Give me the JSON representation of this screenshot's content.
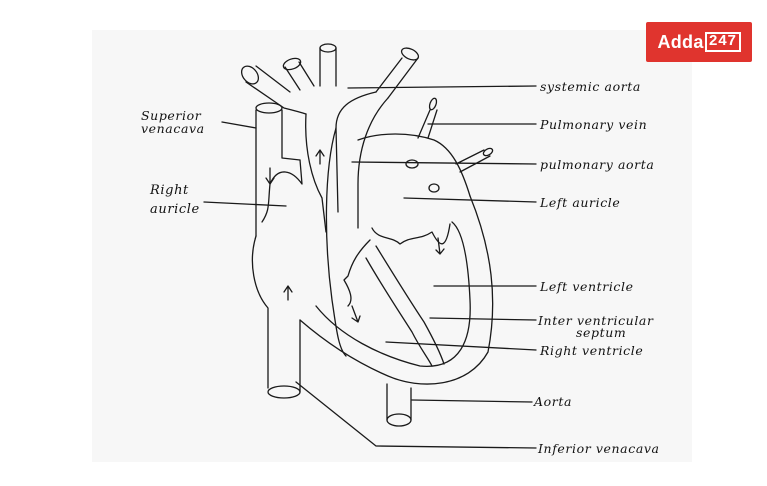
{
  "brand": {
    "name": "Adda",
    "number": "247"
  },
  "labels": {
    "superior_vena_cava": [
      "Superior",
      "venacava"
    ],
    "right_auricle": [
      "Right",
      "auricle"
    ],
    "systemic_aorta": "systemic aorta",
    "pulmonary_vein": "Pulmonary vein",
    "pulmonary_aorta": "pulmonary aorta",
    "left_auricle": "Left auricle",
    "left_ventricle": "Left ventricle",
    "interventricular_septum": [
      "Inter ventricular",
      "septum"
    ],
    "right_ventricle": "Right ventricle",
    "aorta": "Aorta",
    "inferior_vena_cava": "Inferior venacava"
  }
}
